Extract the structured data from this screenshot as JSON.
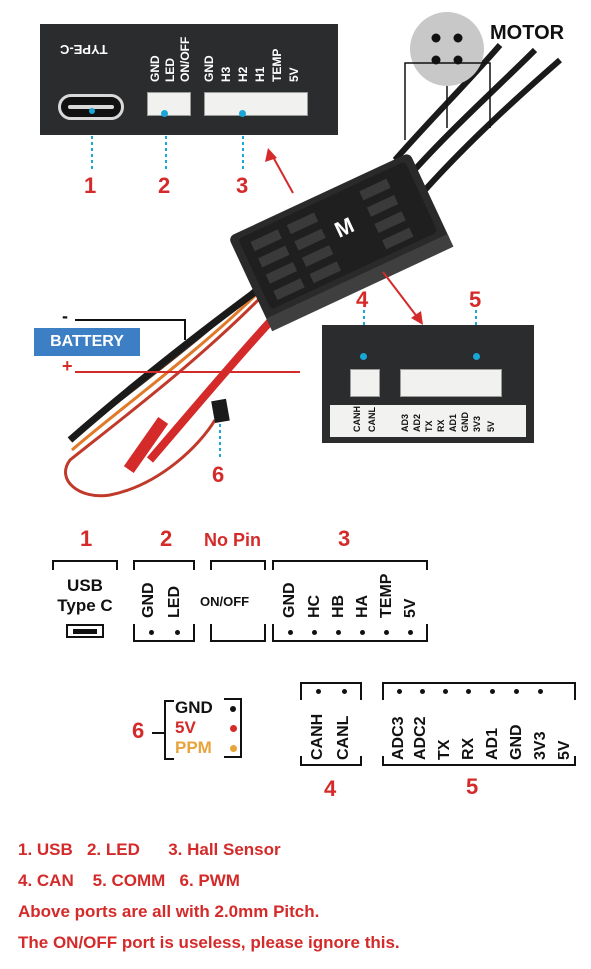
{
  "photo": {
    "top_labels": [
      "TYPE-C",
      "GND",
      "LED",
      "ON/OFF",
      "GND",
      "H3",
      "H2",
      "H1",
      "TEMP",
      "5V"
    ],
    "motor_label": "MOTOR",
    "battery_label": "BATTERY",
    "battery_minus": "-",
    "battery_plus": "+",
    "callouts": [
      "1",
      "2",
      "3",
      "4",
      "5",
      "6"
    ],
    "bottom_labels": [
      "CANH",
      "CANL",
      "AD3",
      "AD2",
      "TX",
      "RX",
      "AD1",
      "GND",
      "3V3",
      "5V"
    ]
  },
  "diagram": {
    "port1": {
      "num": "1",
      "title_line1": "USB",
      "title_line2": "Type C"
    },
    "port2": {
      "num": "2",
      "pins": [
        "GND",
        "LED"
      ]
    },
    "nopin": {
      "title": "No Pin",
      "label": "ON/OFF"
    },
    "port3": {
      "num": "3",
      "pins": [
        "GND",
        "HC",
        "HB",
        "HA",
        "TEMP",
        "5V"
      ]
    },
    "port6": {
      "num": "6",
      "pins": [
        "GND",
        "5V",
        "PPM"
      ],
      "colors": [
        "#111111",
        "#d42a2a",
        "#e8a33a"
      ]
    },
    "port4": {
      "num": "4",
      "pins": [
        "CANH",
        "CANL"
      ]
    },
    "port5": {
      "num": "5",
      "pins": [
        "ADC3",
        "ADC2",
        "TX",
        "RX",
        "AD1",
        "GND",
        "3V3",
        "5V"
      ]
    }
  },
  "notes": [
    "1. USB   2. LED      3. Hall Sensor",
    "4. CAN    5. COMM   6. PWM",
    "Above ports are all with 2.0mm Pitch.",
    "The ON/OFF port is useless, please ignore this."
  ],
  "colors": {
    "accent_red": "#d42a2a",
    "cyan": "#1aa7d8",
    "battery_blue": "#3d7fc4",
    "ppm_orange": "#e8a33a"
  }
}
